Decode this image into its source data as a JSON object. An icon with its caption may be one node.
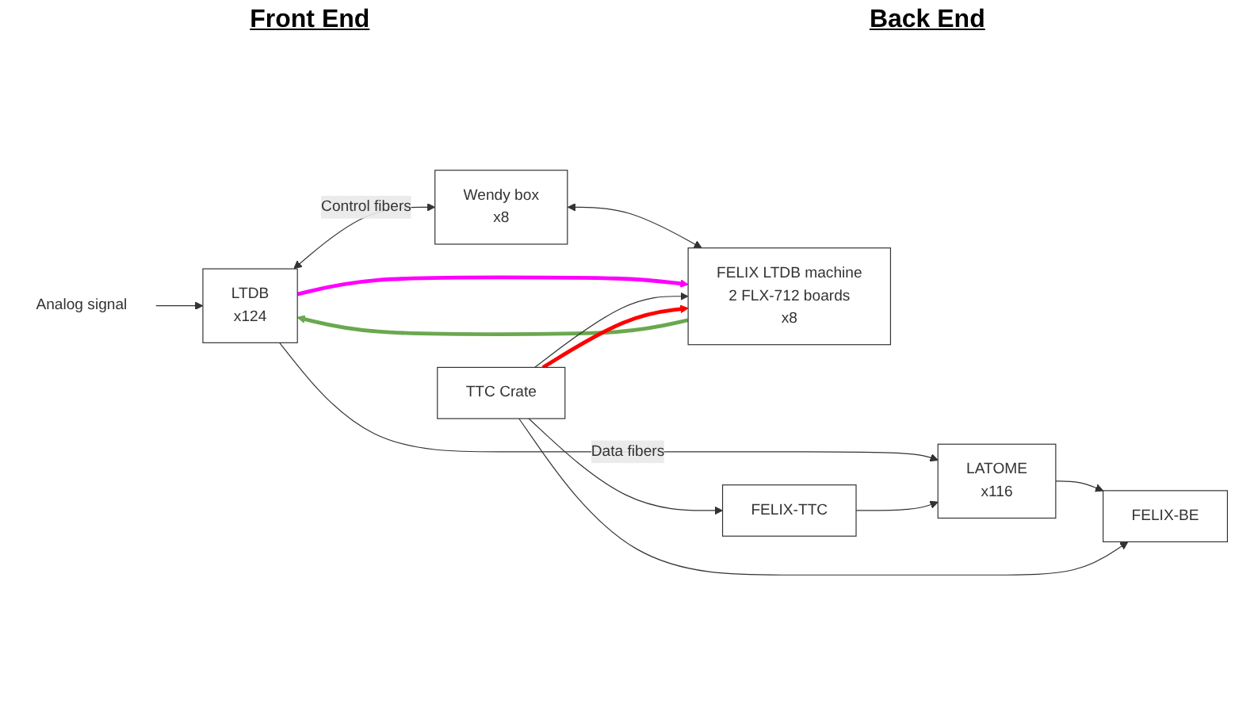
{
  "diagram": {
    "nodes": [
      {
        "text": [
          "Analog signal"
        ]
      },
      {
        "text": [
          "LTDB",
          "x124"
        ]
      },
      {
        "text": [
          "Wendy box",
          "x8"
        ]
      },
      {
        "text": [
          "FELIX LTDB machine",
          "2 FLX-712 boards",
          "x8"
        ]
      },
      {
        "text": [
          "LATOME",
          "x116"
        ]
      },
      {
        "text": [
          "FELIX-TTC"
        ]
      },
      {
        "text": [
          "FELIX-BE"
        ]
      },
      {
        "text": [
          "TTC Crate"
        ]
      }
    ],
    "edges": [
      {
        "from": 0,
        "to": 1,
        "arrow": "to"
      },
      {
        "from": 1,
        "to": 2,
        "arrow": "both",
        "label": "Control fibers"
      },
      {
        "from": 2,
        "to": 3,
        "arrow": "both"
      },
      {
        "from": 1,
        "to": 4,
        "arrow": "to",
        "label": "Data fibers"
      },
      {
        "from": 3,
        "to": 1,
        "arrow": "to",
        "style": "thick",
        "color": "#6aa84f"
      },
      {
        "from": 1,
        "to": 3,
        "arrow": "to",
        "style": "thick",
        "color": "#ff00ff"
      },
      {
        "from": 4,
        "to": 6,
        "arrow": "to"
      },
      {
        "from": 5,
        "to": 4,
        "arrow": "to"
      },
      {
        "from": 7,
        "to": 5,
        "arrow": "to"
      },
      {
        "from": 7,
        "to": 6,
        "arrow": "to"
      },
      {
        "from": 7,
        "to": 3,
        "arrow": "to"
      },
      {
        "from": 7,
        "to": 3,
        "arrow": "to",
        "style": "thick",
        "color": "#ff0000"
      }
    ],
    "labels": [
      "Front End",
      "Back End"
    ]
  }
}
